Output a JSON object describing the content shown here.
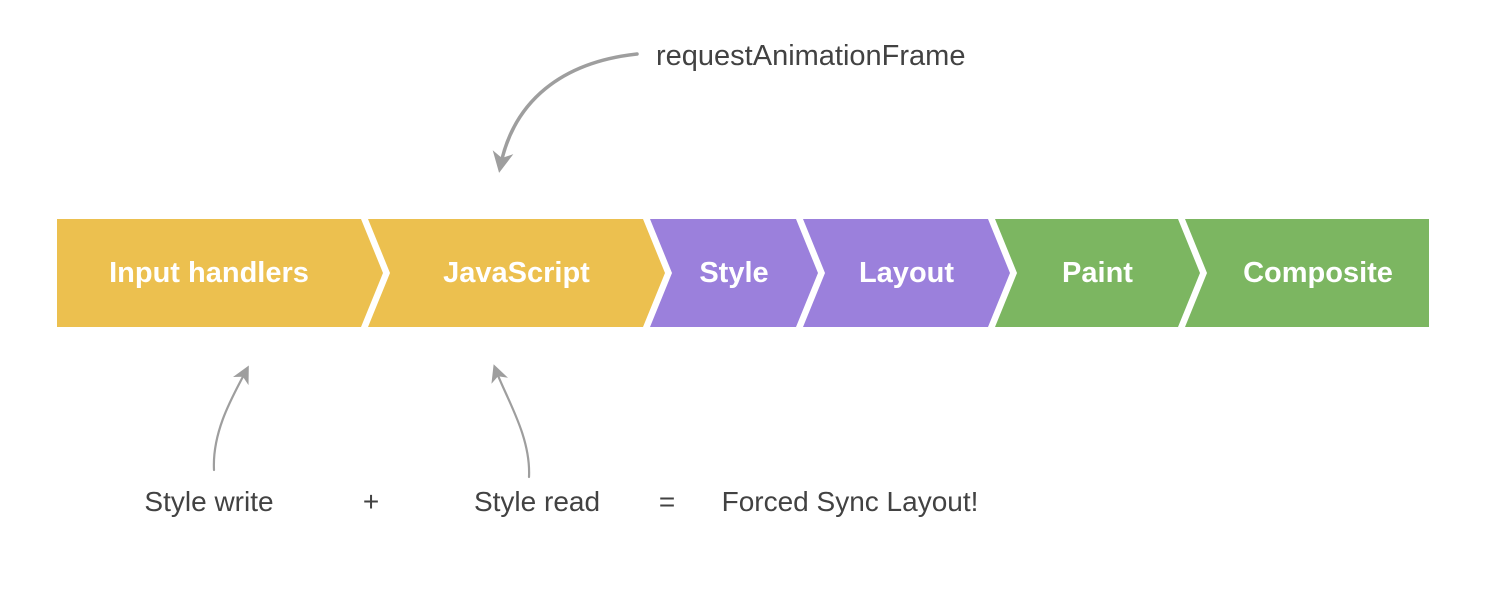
{
  "raf": {
    "label": "requestAnimationFrame"
  },
  "pipeline": {
    "segments": [
      {
        "id": "input-handlers",
        "label": "Input handlers",
        "color": "#ECC04F"
      },
      {
        "id": "javascript",
        "label": "JavaScript",
        "color": "#ECC04F"
      },
      {
        "id": "style",
        "label": "Style",
        "color": "#9B80DC"
      },
      {
        "id": "layout",
        "label": "Layout",
        "color": "#9B80DC"
      },
      {
        "id": "paint",
        "label": "Paint",
        "color": "#7CB661"
      },
      {
        "id": "composite",
        "label": "Composite",
        "color": "#7CB661"
      }
    ],
    "label_text_color": "#FFFFFF"
  },
  "equation": {
    "style_write": "Style write",
    "plus": "+",
    "style_read": "Style read",
    "equals": "=",
    "result": "Forced Sync Layout!"
  },
  "colors": {
    "annotation_text": "#424242",
    "arrow": "#9E9E9E",
    "background": "#FFFFFF"
  }
}
